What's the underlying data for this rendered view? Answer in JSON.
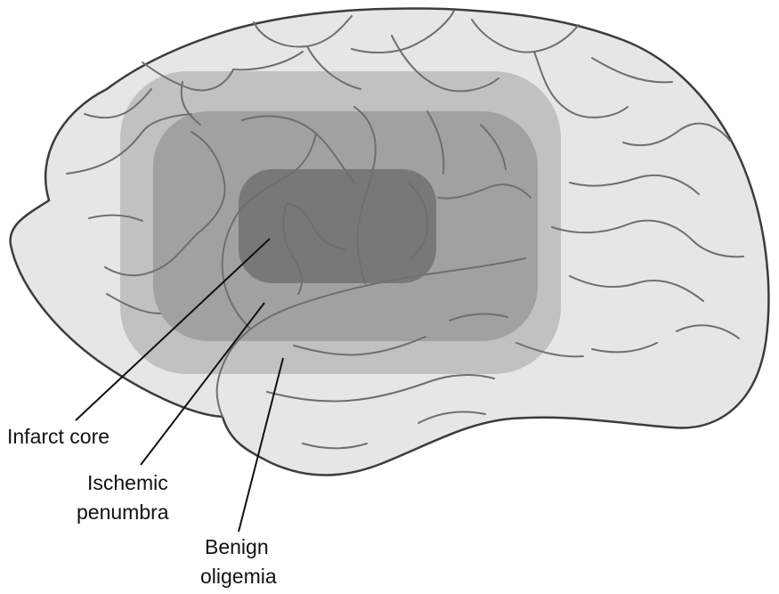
{
  "colors": {
    "background": "#ffffff",
    "brain": "#e6e6e6",
    "outline": "#3c3c3c",
    "benign_oligemia": "#b4b4b4",
    "ischemic_penumbra": "#999999",
    "infarct_core": "#737373",
    "text": "#111111"
  },
  "labels": {
    "infarct_core": "Infarct core",
    "ischemic_penumbra_1": "Ischemic",
    "ischemic_penumbra_2": "penumbra",
    "benign_oligemia_1": "Benign",
    "benign_oligemia_2": "oligemia"
  }
}
